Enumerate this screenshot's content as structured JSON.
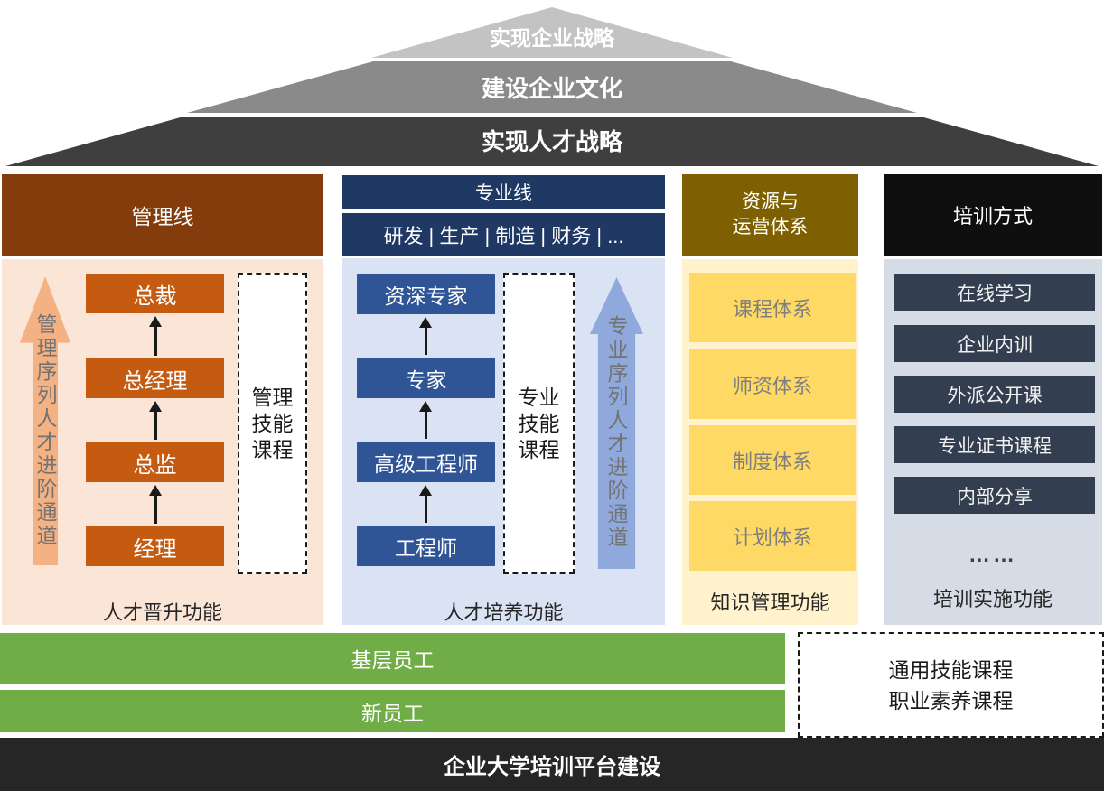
{
  "pyramid": {
    "levels": [
      {
        "label": "实现企业战略",
        "color": "#c3c3c3"
      },
      {
        "label": "建设企业文化",
        "color": "#8a8a8a"
      },
      {
        "label": "实现人才战略",
        "color": "#3f3f3f"
      }
    ]
  },
  "management": {
    "header": "管理线",
    "levels": [
      "总裁",
      "总经理",
      "总监",
      "经理"
    ],
    "arrow_text": "管理序列人才进阶通道",
    "course_box": "管理\n技能\n课程",
    "footer": "人才晋升功能",
    "colors": {
      "header": "#843c0c",
      "body": "#fbe5d6",
      "box": "#c55a11",
      "arrow": "#f4b183"
    }
  },
  "professional": {
    "header": "专业线",
    "subheader": "研发 | 生产 | 制造 | 财务 | ...",
    "levels": [
      "资深专家",
      "专家",
      "高级工程师",
      "工程师"
    ],
    "arrow_text": "专业序列人才进阶通道",
    "course_box": "专业\n技能\n课程",
    "footer": "人才培养功能",
    "colors": {
      "header": "#1f3864",
      "body": "#dae3f3",
      "box": "#2f5597",
      "arrow": "#8fa9dc"
    }
  },
  "resources": {
    "header": "资源与\n运营体系",
    "items": [
      "课程体系",
      "师资体系",
      "制度体系",
      "计划体系"
    ],
    "footer": "知识管理功能",
    "colors": {
      "header": "#7f6000",
      "body": "#fff2cc",
      "box": "#ffd966"
    }
  },
  "training": {
    "header": "培训方式",
    "items": [
      "在线学习",
      "企业内训",
      "外派公开课",
      "专业证书课程",
      "内部分享"
    ],
    "more": "……",
    "footer": "培训实施功能",
    "colors": {
      "header": "#0f0f0f",
      "body": "#d6dce5",
      "box": "#333f50"
    }
  },
  "base": {
    "employee_bars": [
      "基层员工",
      "新员工"
    ],
    "bar_color": "#70ad47",
    "general_course_box": "通用技能课程\n职业素养课程",
    "platform_bar": "企业大学培训平台建设",
    "platform_color": "#262626"
  }
}
